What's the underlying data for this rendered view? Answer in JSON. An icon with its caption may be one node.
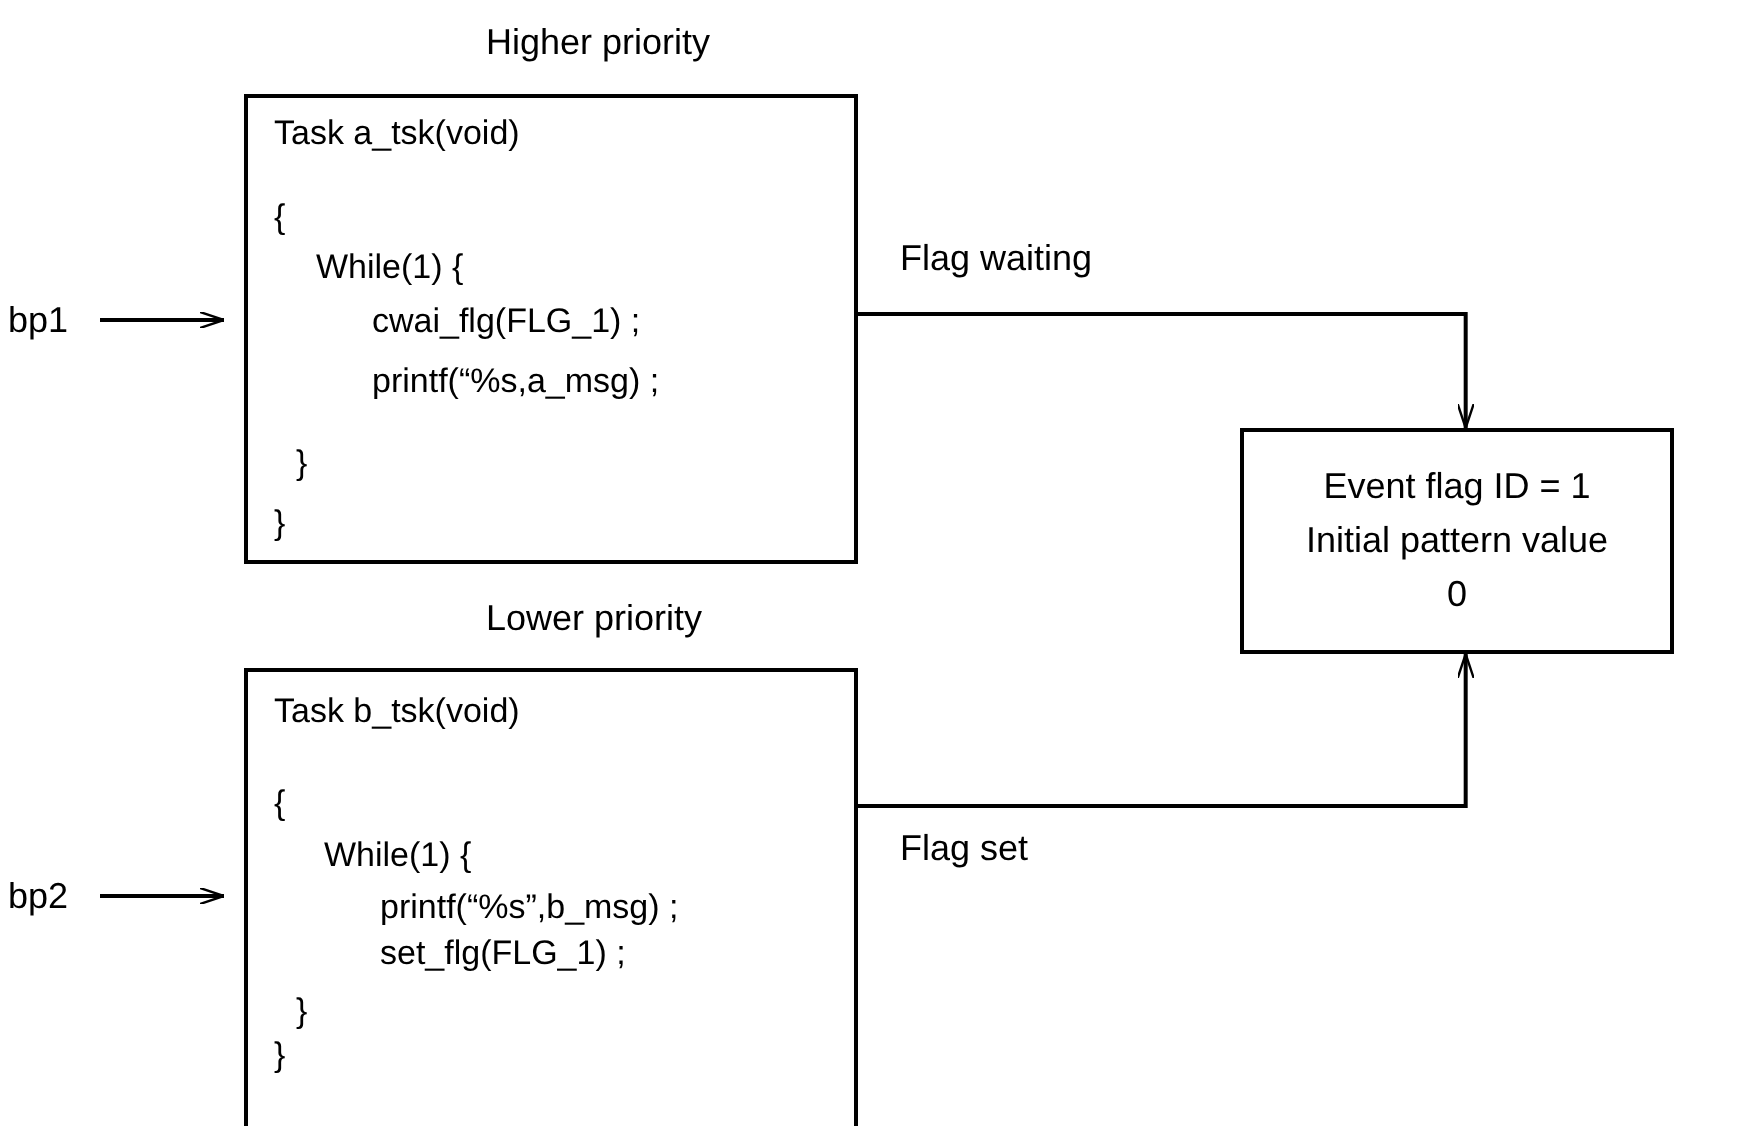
{
  "diagram": {
    "nodes": [
      {
        "text": [
          "Task a_tsk(void)",
          "{",
          "While(1) {",
          "cwai_flg(FLG_1) ;",
          "printf(“%s,a_msg) ;",
          "}",
          "}"
        ],
        "beside": [
          "Higher priority"
        ]
      },
      {
        "text": [
          "Task b_tsk(void)",
          "{",
          "While(1) {",
          "printf(“%s”,b_msg) ;",
          "set_flg(FLG_1) ;",
          "}",
          "}"
        ],
        "beside": [
          "Lower priority"
        ]
      },
      {
        "text": [
          "Event flag ID = 1 Initial pattern value 0"
        ]
      },
      {
        "text": [
          "bp1"
        ]
      },
      {
        "text": [
          "bp2"
        ]
      }
    ],
    "edges": [
      {
        "from": 0,
        "to": 2,
        "arrow": "to",
        "label": "Flag waiting"
      },
      {
        "from": 1,
        "to": 2,
        "arrow": "to",
        "label": "Flag set"
      },
      {
        "from": 3,
        "to": 0,
        "arrow": "to"
      },
      {
        "from": 4,
        "to": 1,
        "arrow": "to"
      }
    ]
  }
}
